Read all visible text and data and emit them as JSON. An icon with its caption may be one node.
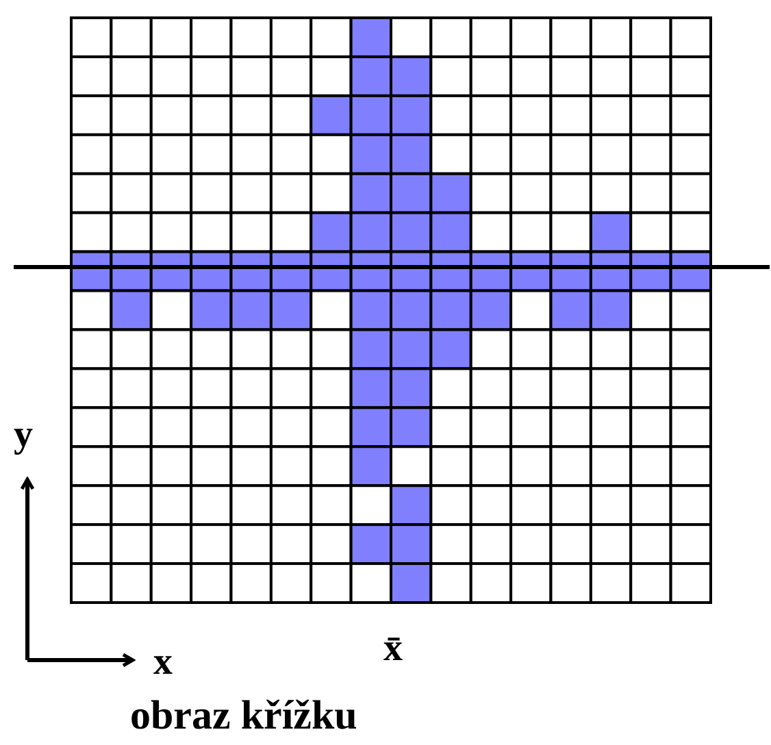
{
  "diagram": {
    "caption": "obraz křížku",
    "labels": [
      "y",
      "x",
      "x̄"
    ]
  }
}
